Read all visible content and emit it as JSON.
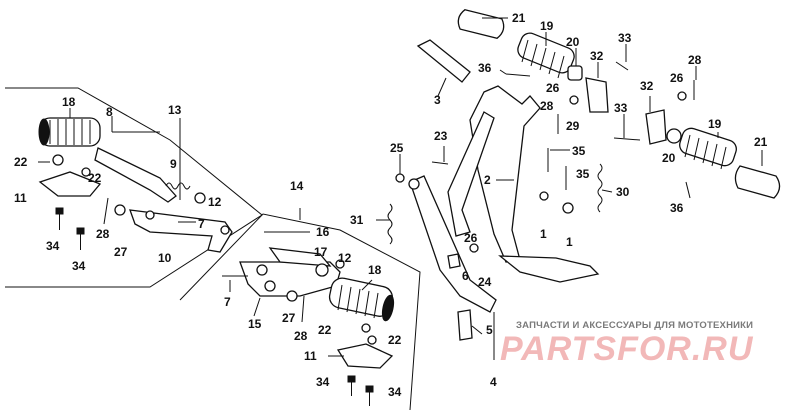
{
  "diagram": {
    "labels": [
      {
        "id": "p21a",
        "text": "21"
      },
      {
        "id": "p19a",
        "text": "19"
      },
      {
        "id": "p20a",
        "text": "20"
      },
      {
        "id": "p32a",
        "text": "32"
      },
      {
        "id": "p33a",
        "text": "33"
      },
      {
        "id": "p28a",
        "text": "28"
      },
      {
        "id": "p36a",
        "text": "36"
      },
      {
        "id": "p26a",
        "text": "26"
      },
      {
        "id": "p26b",
        "text": "26"
      },
      {
        "id": "p3",
        "text": "3"
      },
      {
        "id": "p28b",
        "text": "28"
      },
      {
        "id": "p29",
        "text": "29"
      },
      {
        "id": "p32b",
        "text": "32"
      },
      {
        "id": "p33b",
        "text": "33"
      },
      {
        "id": "p19b",
        "text": "19"
      },
      {
        "id": "p21b",
        "text": "21"
      },
      {
        "id": "p20b",
        "text": "20"
      },
      {
        "id": "p36b",
        "text": "36"
      },
      {
        "id": "p23",
        "text": "23"
      },
      {
        "id": "p25",
        "text": "25"
      },
      {
        "id": "p35a",
        "text": "35"
      },
      {
        "id": "p35b",
        "text": "35"
      },
      {
        "id": "p30",
        "text": "30"
      },
      {
        "id": "p2",
        "text": "2"
      },
      {
        "id": "p1a",
        "text": "1"
      },
      {
        "id": "p1b",
        "text": "1"
      },
      {
        "id": "p31",
        "text": "31"
      },
      {
        "id": "p26c",
        "text": "26"
      },
      {
        "id": "p6",
        "text": "6"
      },
      {
        "id": "p24",
        "text": "24"
      },
      {
        "id": "p5",
        "text": "5"
      },
      {
        "id": "p4",
        "text": "4"
      },
      {
        "id": "p18a",
        "text": "18"
      },
      {
        "id": "p8",
        "text": "8"
      },
      {
        "id": "p13",
        "text": "13"
      },
      {
        "id": "p22a",
        "text": "22"
      },
      {
        "id": "p22b",
        "text": "22"
      },
      {
        "id": "p9",
        "text": "9"
      },
      {
        "id": "p12a",
        "text": "12"
      },
      {
        "id": "p11a",
        "text": "11"
      },
      {
        "id": "p7a",
        "text": "7"
      },
      {
        "id": "p28c",
        "text": "28"
      },
      {
        "id": "p27a",
        "text": "27"
      },
      {
        "id": "p34a",
        "text": "34"
      },
      {
        "id": "p34b",
        "text": "34"
      },
      {
        "id": "p10",
        "text": "10"
      },
      {
        "id": "p14",
        "text": "14"
      },
      {
        "id": "p16",
        "text": "16"
      },
      {
        "id": "p17",
        "text": "17"
      },
      {
        "id": "p12b",
        "text": "12"
      },
      {
        "id": "p18b",
        "text": "18"
      },
      {
        "id": "p7b",
        "text": "7"
      },
      {
        "id": "p15",
        "text": "15"
      },
      {
        "id": "p27b",
        "text": "27"
      },
      {
        "id": "p28d",
        "text": "28"
      },
      {
        "id": "p22c",
        "text": "22"
      },
      {
        "id": "p22d",
        "text": "22"
      },
      {
        "id": "p11b",
        "text": "11"
      },
      {
        "id": "p34c",
        "text": "34"
      },
      {
        "id": "p34d",
        "text": "34"
      }
    ],
    "watermark": {
      "caption": "ЗАПЧАСТИ И АКСЕССУАРЫ ДЛЯ МОТОТЕХНИКИ",
      "logo": "PARTSFOR.RU"
    }
  }
}
